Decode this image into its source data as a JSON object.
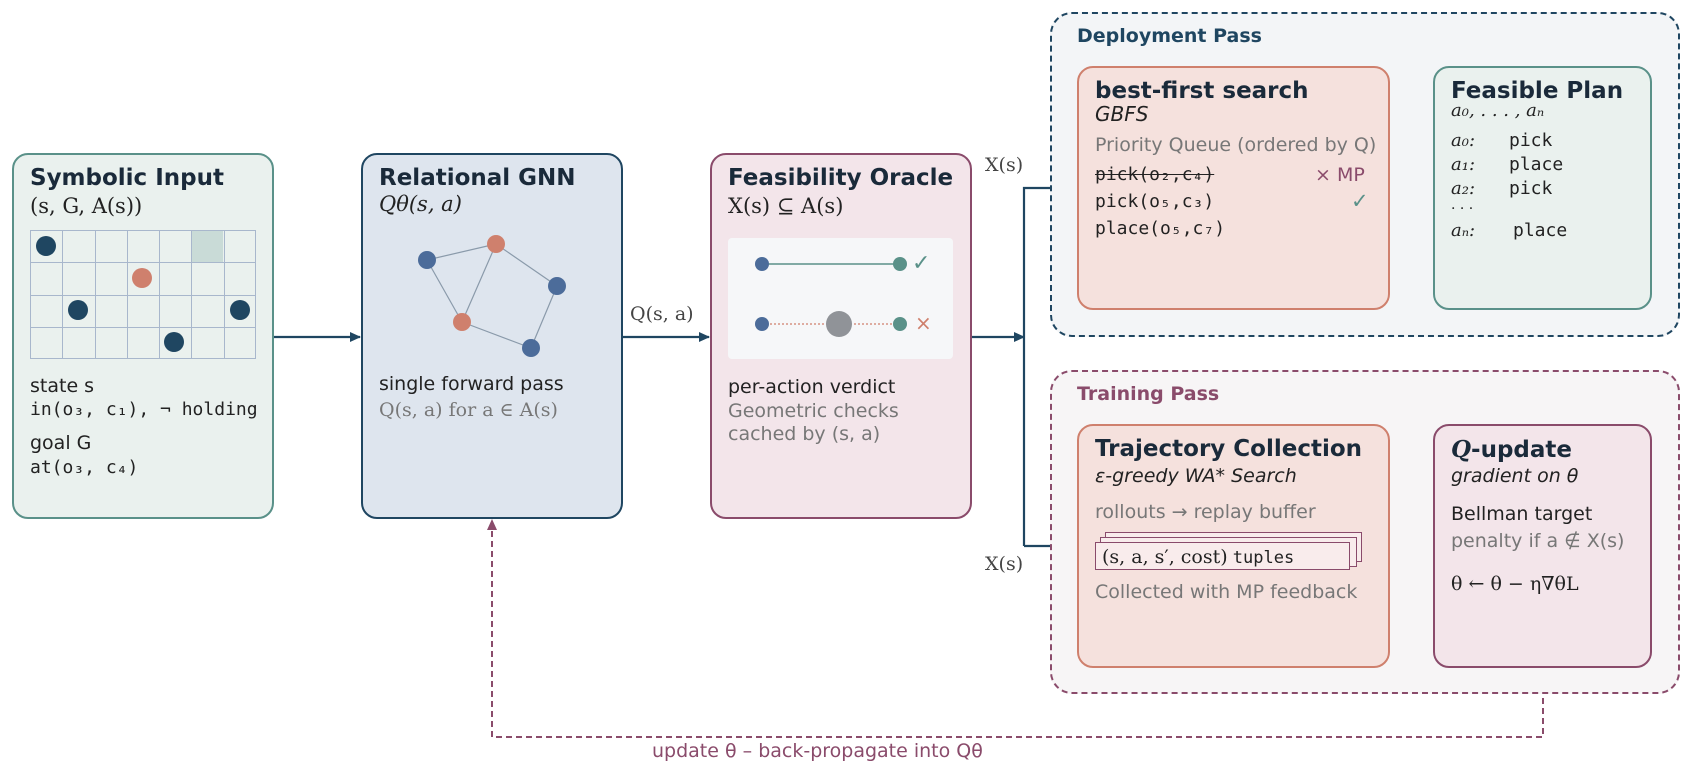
{
  "symbolic": {
    "title": "Symbolic Input",
    "subtitle": "(s, G, A(s))",
    "state_label": "state s",
    "state_value": "in(o₃, c₁), ¬ holding",
    "goal_label": "goal G",
    "goal_value": "at(o₃, c₄)"
  },
  "gnn": {
    "title": "Relational GNN",
    "subtitle": "Qθ(s, a)",
    "line1": "single forward pass",
    "line2": "Q(s, a) for a ∈ A(s)"
  },
  "oracle": {
    "title": "Feasibility Oracle",
    "subtitle": "X(s) ⊆ A(s)",
    "check_ok": "✓",
    "check_fail": "×",
    "line1": "per-action verdict",
    "line2": "Geometric checks",
    "line3": "cached by (s, a)"
  },
  "edges": {
    "q_label": "Q(s, a)",
    "x_top": "X(s)",
    "x_bottom": "X(s)",
    "feedback": "update θ – back-propagate into Qθ"
  },
  "deployment": {
    "panel_title": "Deployment Pass",
    "search_title": "best-first search",
    "search_sub": "GBFS",
    "queue_label": "Priority Queue (ordered by Q)",
    "queue_item1": "pick(o₂,c₄)",
    "queue_item1_tag": "× MP",
    "queue_item2": "pick(o₅,c₃)",
    "queue_item2_tag": "✓",
    "queue_item3": "place(o₅,c₇)",
    "plan_title": "Feasible Plan",
    "plan_sub": "a₀, . . . , aₙ",
    "plan_rows": [
      {
        "k": "a₀:",
        "v": "pick"
      },
      {
        "k": "a₁:",
        "v": "place"
      },
      {
        "k": "a₂:",
        "v": "pick"
      },
      {
        "k": "· · ·",
        "v": ""
      },
      {
        "k": "aₙ:",
        "v": "place"
      }
    ]
  },
  "training": {
    "panel_title": "Training Pass",
    "traj_title": "Trajectory Collection",
    "traj_sub": "ε-greedy WA* Search",
    "traj_line1": "rollouts → replay buffer",
    "traj_tuple_math": "(s, a, s′, cost)",
    "traj_tuple_word": "tuples",
    "traj_line2": "Collected with MP feedback",
    "q_title_sym": "Q",
    "q_title_rest": "-update",
    "q_sub": "gradient on θ",
    "q_line1": "Bellman target",
    "q_line2": "penalty if a ∉ X(s)",
    "q_line3": "θ ← θ − η∇θL"
  },
  "colors": {
    "navy": "#1f4661",
    "teal": "#5a9189",
    "rose": "#8a4b6b",
    "salmon": "#cf806d",
    "green_fill": "#eaf1ee",
    "blue_fill": "#dee5ee",
    "pink_fill": "#f3e5ea",
    "salmon_fill": "#f5e1dd"
  }
}
